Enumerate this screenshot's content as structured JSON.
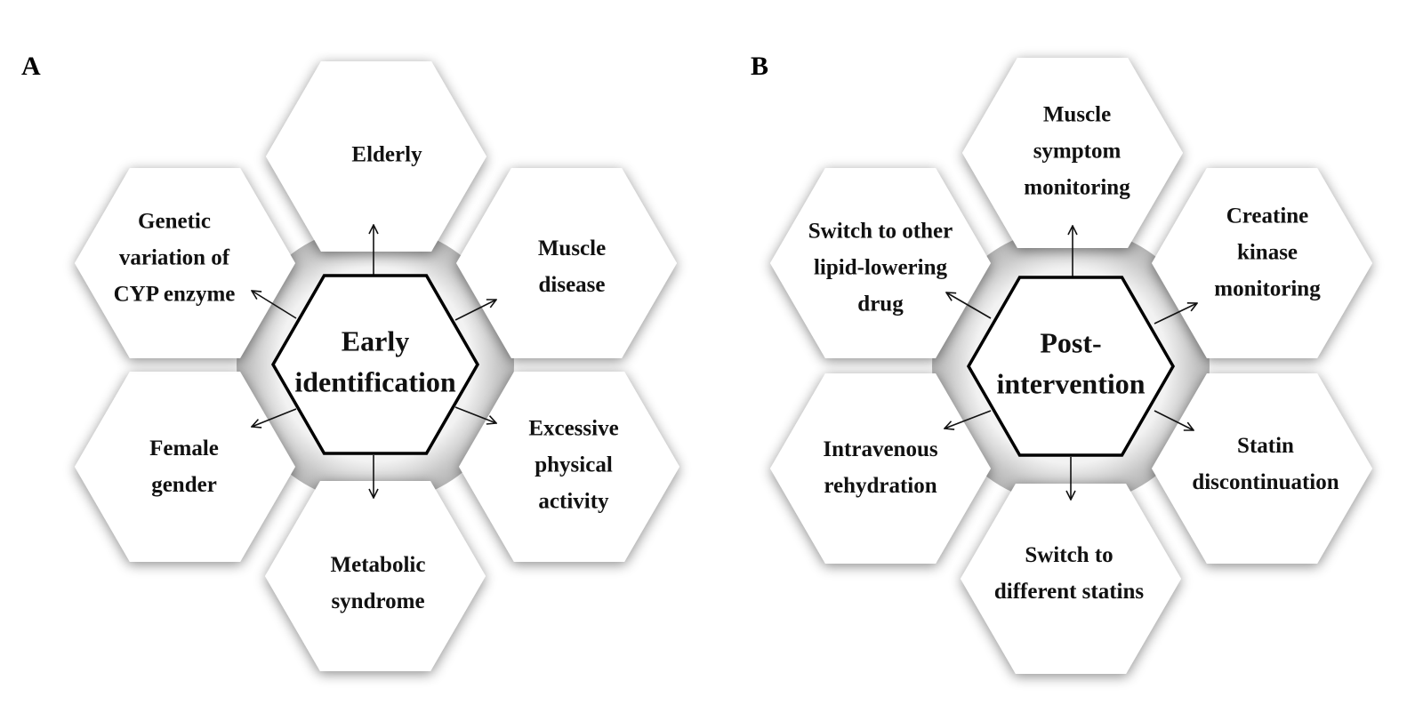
{
  "panels": [
    {
      "label": "A",
      "center_lines": [
        "Early",
        "identification"
      ],
      "outer": [
        {
          "id": "top",
          "lines": [
            "Elderly"
          ]
        },
        {
          "id": "upper-right",
          "lines": [
            "Muscle",
            "disease"
          ]
        },
        {
          "id": "lower-right",
          "lines": [
            "Excessive",
            "physical",
            "activity"
          ]
        },
        {
          "id": "bottom",
          "lines": [
            "Metabolic",
            "syndrome"
          ]
        },
        {
          "id": "lower-left",
          "lines": [
            "Female",
            "gender"
          ]
        },
        {
          "id": "upper-left",
          "lines": [
            "Genetic",
            "variation of",
            "CYP enzyme"
          ]
        }
      ]
    },
    {
      "label": "B",
      "center_lines": [
        "Post-",
        "intervention"
      ],
      "outer": [
        {
          "id": "top",
          "lines": [
            "Muscle",
            "symptom",
            "monitoring"
          ]
        },
        {
          "id": "upper-right",
          "lines": [
            "Creatine",
            "kinase",
            "monitoring"
          ]
        },
        {
          "id": "lower-right",
          "lines": [
            "Statin",
            "discontinuation"
          ]
        },
        {
          "id": "bottom",
          "lines": [
            "Switch to",
            "different statins"
          ]
        },
        {
          "id": "lower-left",
          "lines": [
            "Intravenous",
            "rehydration"
          ]
        },
        {
          "id": "upper-left",
          "lines": [
            "Switch to other",
            "lipid-lowering",
            "drug"
          ]
        }
      ]
    }
  ]
}
